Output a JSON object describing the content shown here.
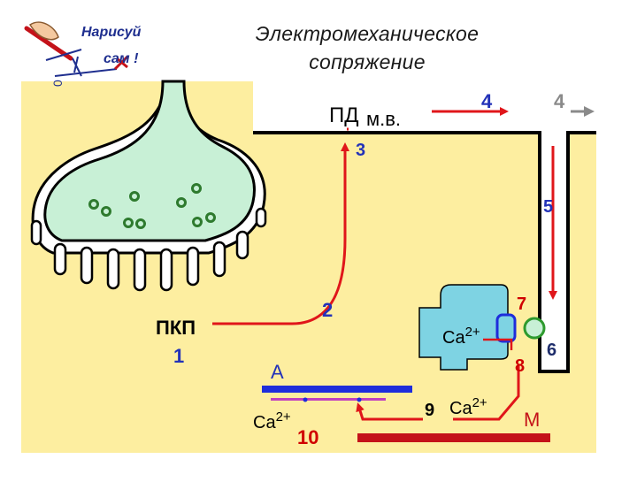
{
  "title": {
    "line1": "Электромеханическое",
    "line2": "сопряжение"
  },
  "logo": {
    "line1": "Нарисуй",
    "line2": "сам !"
  },
  "labels": {
    "pd": "ПД",
    "mv": "м.в.",
    "pkp": "ПКП",
    "a": "А",
    "m": "М",
    "ca_channel": "Ca",
    "ca_left": "Ca",
    "ca_mid": "Ca",
    "charge": "2+"
  },
  "steps": [
    "1",
    "2",
    "3",
    "4",
    "4",
    "5",
    "6",
    "7",
    "8",
    "9",
    "10"
  ],
  "colors": {
    "background": "#fdeea0",
    "terminal": "#c8f0d6",
    "outline": "#000000",
    "arrow_red": "#e0161a",
    "step_blue": "#2332b8",
    "step_red": "#d00000",
    "channel": "#7ed3e3",
    "actin": "#1e2ddb",
    "tropomyosin": "#c040c0",
    "myosin": "#c41219",
    "vesicle": "#2e7a2e",
    "gray_arrow": "#8a8a8a"
  }
}
